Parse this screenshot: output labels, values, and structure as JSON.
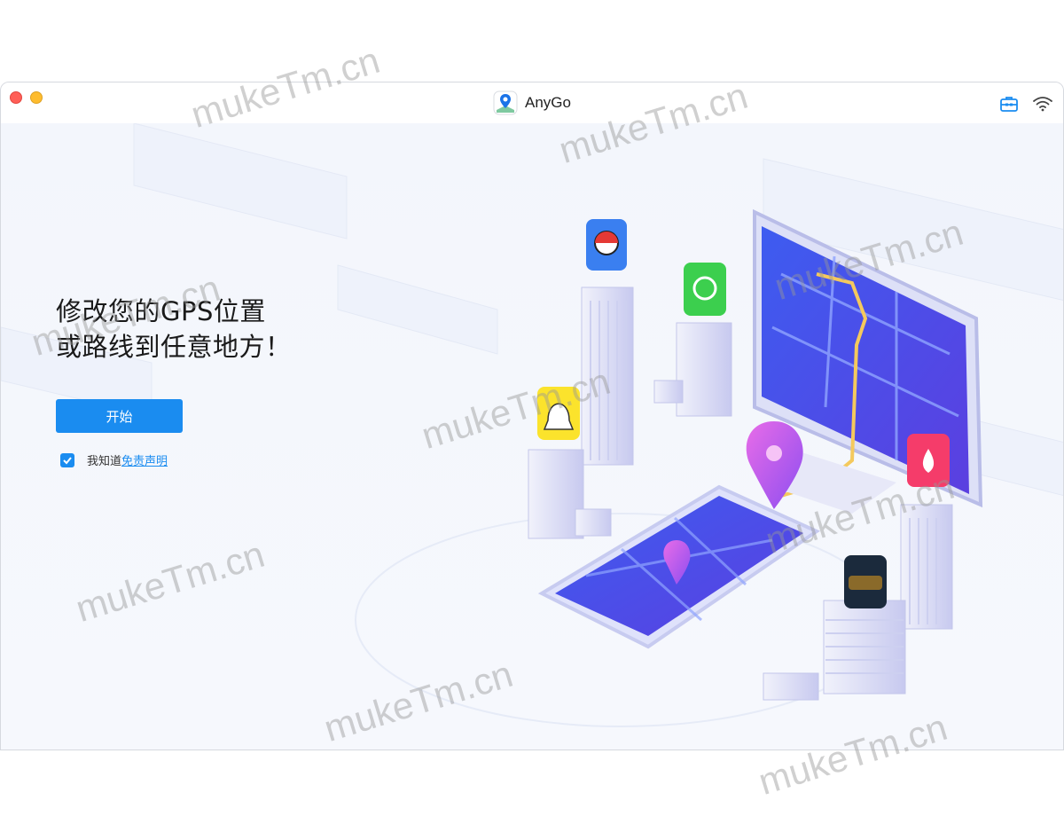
{
  "window": {
    "title": "AnyGo"
  },
  "toolbar": {
    "icons": [
      "toolbox-icon",
      "wifi-icon"
    ]
  },
  "main": {
    "headline_line1": "修改您的GPS位置",
    "headline_line2": "或路线到任意地方！",
    "start_button": "开始",
    "agree_text": "我知道",
    "disclaimer_link": "免责声明",
    "agree_checked": true
  },
  "watermark": "mukeTm.cn",
  "colors": {
    "accent": "#1a8cf0",
    "close": "#ff5f57",
    "minimize": "#febc2e"
  }
}
